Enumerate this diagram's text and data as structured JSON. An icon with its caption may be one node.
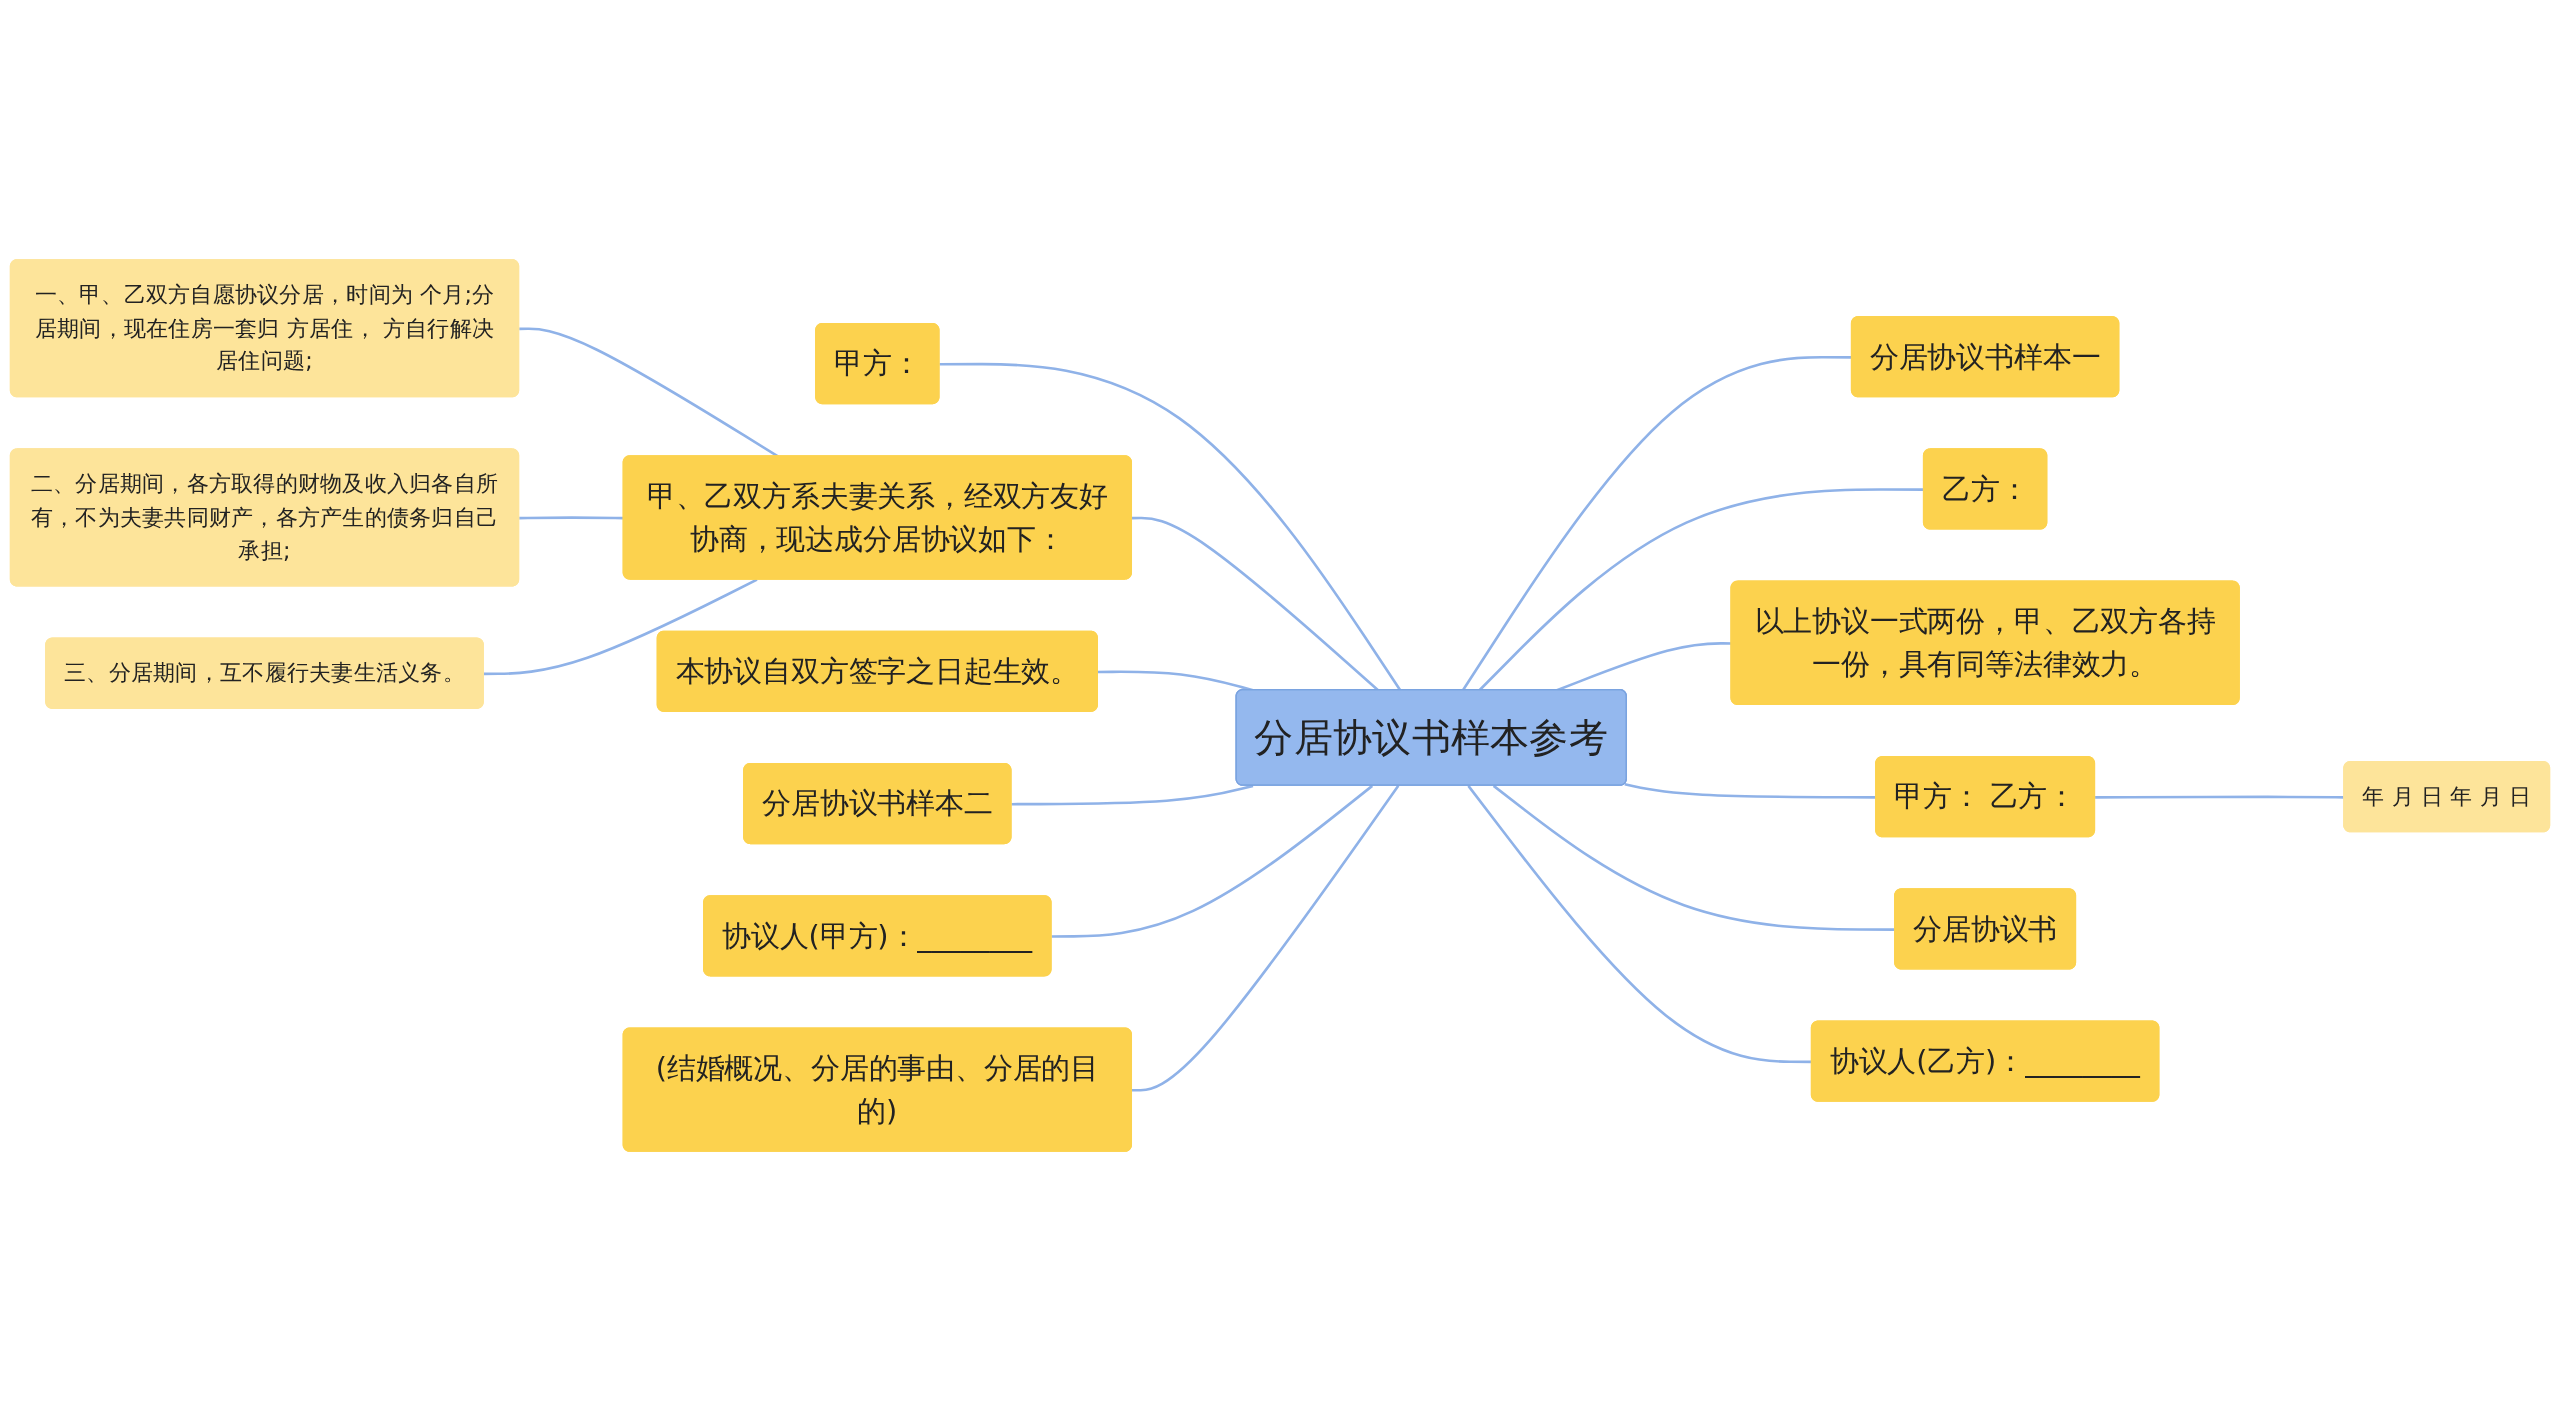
{
  "diagram": {
    "nodes": [
      {
        "text": [
          "分居协议书样本参考"
        ]
      },
      {
        "text": [
          "甲方："
        ]
      },
      {
        "text": [
          "甲、乙双方系夫妻关系，经双方友好协商，现达成分居协议如下："
        ]
      },
      {
        "text": [
          "一、甲、乙双方自愿协议分居，时间为 个月;分居期间，现在住房一套归 方居住， 方自行解决居住问题;"
        ]
      },
      {
        "text": [
          "二、分居期间，各方取得的财物及收入归各自所有，不为夫妻共同财产，各方产生的债务归自己承担;"
        ]
      },
      {
        "text": [
          "三、分居期间，互不履行夫妻生活义务。"
        ]
      },
      {
        "text": [
          "本协议自双方签字之日起生效。"
        ]
      },
      {
        "text": [
          "分居协议书样本二"
        ]
      },
      {
        "text": [
          "协议人(甲方)：________"
        ]
      },
      {
        "text": [
          "(结婚概况、分居的事由、分居的目的)"
        ]
      },
      {
        "text": [
          "分居协议书样本一"
        ]
      },
      {
        "text": [
          "乙方："
        ]
      },
      {
        "text": [
          "以上协议一式两份，甲、乙双方各持一份，具有同等法律效力。"
        ]
      },
      {
        "text": [
          "甲方：  乙方："
        ]
      },
      {
        "text": [
          "年 月 日 年 月 日"
        ]
      },
      {
        "text": [
          "分居协议书"
        ]
      },
      {
        "text": [
          "协议人(乙方)：________"
        ]
      }
    ],
    "edges": [
      {
        "from": 1,
        "to": 0,
        "arrow": "none"
      },
      {
        "from": 2,
        "to": 0,
        "arrow": "none"
      },
      {
        "from": 3,
        "to": 2,
        "arrow": "none"
      },
      {
        "from": 4,
        "to": 2,
        "arrow": "none"
      },
      {
        "from": 5,
        "to": 2,
        "arrow": "none"
      },
      {
        "from": 6,
        "to": 0,
        "arrow": "none"
      },
      {
        "from": 7,
        "to": 0,
        "arrow": "none"
      },
      {
        "from": 8,
        "to": 0,
        "arrow": "none"
      },
      {
        "from": 9,
        "to": 0,
        "arrow": "none"
      },
      {
        "from": 0,
        "to": 10,
        "arrow": "none"
      },
      {
        "from": 0,
        "to": 11,
        "arrow": "none"
      },
      {
        "from": 0,
        "to": 12,
        "arrow": "none"
      },
      {
        "from": 0,
        "to": 13,
        "arrow": "none"
      },
      {
        "from": 13,
        "to": 14,
        "arrow": "none"
      },
      {
        "from": 0,
        "to": 15,
        "arrow": "none"
      },
      {
        "from": 0,
        "to": 16,
        "arrow": "none"
      }
    ]
  }
}
